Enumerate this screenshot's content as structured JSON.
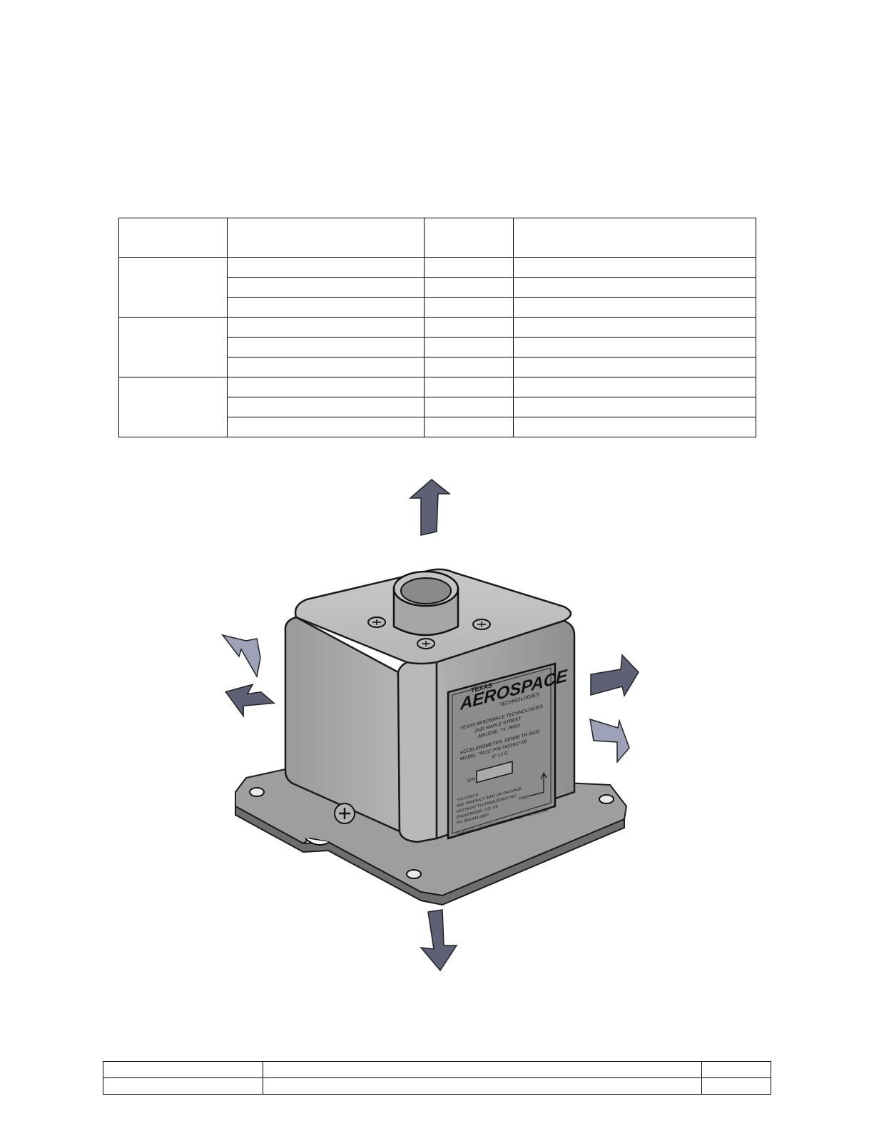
{
  "spec_table": {
    "header": [
      "",
      "",
      "",
      ""
    ],
    "groups": [
      {
        "label": "",
        "rows": [
          [
            "",
            "",
            ""
          ],
          [
            "",
            "",
            ""
          ],
          [
            "",
            "",
            ""
          ]
        ]
      },
      {
        "label": "",
        "rows": [
          [
            "",
            "",
            ""
          ],
          [
            "",
            "",
            ""
          ],
          [
            "",
            "",
            ""
          ]
        ]
      },
      {
        "label": "",
        "rows": [
          [
            "",
            "",
            ""
          ],
          [
            "",
            "",
            ""
          ],
          [
            "",
            "",
            ""
          ]
        ]
      }
    ]
  },
  "figure": {
    "plate": {
      "brand_top": "TEXAS",
      "brand_main": "AEROSPACE",
      "brand_sub": "TECHNOLOGIES",
      "company": "TEXAS AEROSPACE TECHNOLOGIES",
      "street": "2620 MAPLE STREET",
      "city": "ABILENE, TX 79602",
      "product": "ACCELEROMETER, SENSE TR-9100",
      "model": "MODEL \"TA31\" P/N TA31B1*-00",
      "spec": "6\" 12 G",
      "sn_label": "S/N",
      "note_1": "*TO CHECK",
      "note_2": "SEE PRODUCT INFO ON PACKAGE",
      "note_3": "KEYSIGHT TECHNOLOGIES INC",
      "note_4": "ENGLEWOOD, CO, US",
      "note_5": "PH: 303-444-3300",
      "axis_label": "FWD",
      "warning": "WARNING - DO NOT REMOVE FROM PACKAGING"
    },
    "colors": {
      "arrow_dark": "#5e6175",
      "arrow_light": "#9da2b8",
      "body": "#a3a3a3",
      "plate": "#8a8a8a"
    }
  },
  "footer_table": {
    "rows": [
      [
        "",
        "",
        ""
      ],
      [
        "",
        "",
        ""
      ]
    ]
  }
}
